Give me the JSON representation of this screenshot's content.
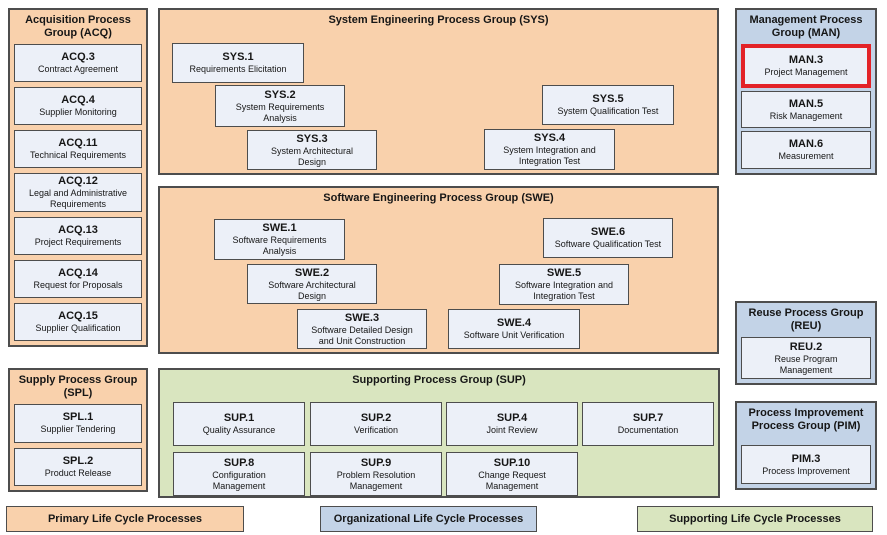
{
  "groups": {
    "acq": {
      "title": "Acquisition Process\nGroup (ACQ)",
      "category": "primary",
      "processes": [
        {
          "id": "ACQ.3",
          "name": "Contract Agreement"
        },
        {
          "id": "ACQ.4",
          "name": "Supplier Monitoring"
        },
        {
          "id": "ACQ.11",
          "name": "Technical Requirements"
        },
        {
          "id": "ACQ.12",
          "name": "Legal and Administrative\nRequirements"
        },
        {
          "id": "ACQ.13",
          "name": "Project Requirements"
        },
        {
          "id": "ACQ.14",
          "name": "Request for Proposals"
        },
        {
          "id": "ACQ.15",
          "name": "Supplier Qualification"
        }
      ]
    },
    "spl": {
      "title": "Supply Process Group\n(SPL)",
      "category": "primary",
      "processes": [
        {
          "id": "SPL.1",
          "name": "Supplier Tendering"
        },
        {
          "id": "SPL.2",
          "name": "Product Release"
        }
      ]
    },
    "sys": {
      "title": "System Engineering Process Group (SYS)",
      "category": "primary",
      "processes": [
        {
          "id": "SYS.1",
          "name": "Requirements Elicitation"
        },
        {
          "id": "SYS.2",
          "name": "System Requirements\nAnalysis"
        },
        {
          "id": "SYS.3",
          "name": "System Architectural\nDesign"
        },
        {
          "id": "SYS.4",
          "name": "System Integration and\nIntegration Test"
        },
        {
          "id": "SYS.5",
          "name": "System Qualification Test"
        }
      ]
    },
    "swe": {
      "title": "Software Engineering Process Group (SWE)",
      "category": "primary",
      "processes": [
        {
          "id": "SWE.1",
          "name": "Software Requirements\nAnalysis"
        },
        {
          "id": "SWE.2",
          "name": "Software Architectural\nDesign"
        },
        {
          "id": "SWE.3",
          "name": "Software Detailed Design\nand Unit Construction"
        },
        {
          "id": "SWE.4",
          "name": "Software Unit Verification"
        },
        {
          "id": "SWE.5",
          "name": "Software Integration and\nIntegration Test"
        },
        {
          "id": "SWE.6",
          "name": "Software Qualification Test"
        }
      ]
    },
    "sup": {
      "title": "Supporting Process Group (SUP)",
      "category": "supporting",
      "processes": [
        {
          "id": "SUP.1",
          "name": "Quality Assurance"
        },
        {
          "id": "SUP.2",
          "name": "Verification"
        },
        {
          "id": "SUP.4",
          "name": "Joint Review"
        },
        {
          "id": "SUP.7",
          "name": "Documentation"
        },
        {
          "id": "SUP.8",
          "name": "Configuration\nManagement"
        },
        {
          "id": "SUP.9",
          "name": "Problem Resolution\nManagement"
        },
        {
          "id": "SUP.10",
          "name": "Change Request\nManagement"
        }
      ]
    },
    "man": {
      "title": "Management Process\nGroup (MAN)",
      "category": "organizational",
      "processes": [
        {
          "id": "MAN.3",
          "name": "Project Management",
          "highlighted": true
        },
        {
          "id": "MAN.5",
          "name": "Risk Management"
        },
        {
          "id": "MAN.6",
          "name": "Measurement"
        }
      ]
    },
    "reu": {
      "title": "Reuse Process Group\n(REU)",
      "category": "organizational",
      "processes": [
        {
          "id": "REU.2",
          "name": "Reuse Program\nManagement"
        }
      ]
    },
    "pim": {
      "title": "Process Improvement\nProcess Group (PIM)",
      "category": "organizational",
      "processes": [
        {
          "id": "PIM.3",
          "name": "Process Improvement"
        }
      ]
    }
  },
  "legend": {
    "primary": {
      "label": "Primary Life Cycle Processes",
      "color": "#F9D1AC"
    },
    "organizational": {
      "label": "Organizational Life Cycle Processes",
      "color": "#C3D3E7"
    },
    "supporting": {
      "label": "Supporting Life Cycle Processes",
      "color": "#D9E5BF"
    }
  },
  "colors": {
    "primary_fill": "#F9D1AC",
    "organizational_fill": "#C3D3E7",
    "supporting_fill": "#D9E5BF",
    "process_box_fill": "#ECF0F8",
    "border": "#4D4D4D",
    "highlight_border": "#E32227"
  },
  "highlighted_process": "MAN.3"
}
